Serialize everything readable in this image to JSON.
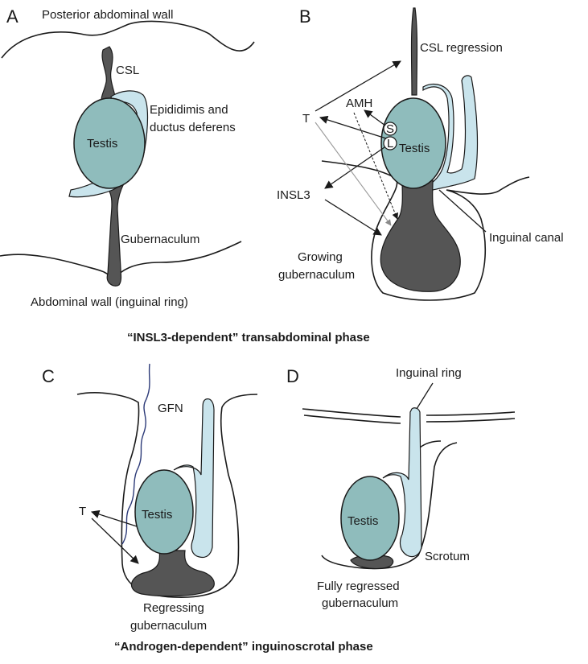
{
  "panels": {
    "a": {
      "letter": "A",
      "posterior_wall": "Posterior abdominal wall",
      "csl": "CSL",
      "epididymis_line1": "Epididimis and",
      "epididymis_line2": "ductus deferens",
      "testis": "Testis",
      "gubernaculum": "Gubernaculum",
      "abdominal_wall": "Abdominal wall (inguinal ring)"
    },
    "b": {
      "letter": "B",
      "csl_regression": "CSL regression",
      "t": "T",
      "amh": "AMH",
      "s_cell": "S",
      "l_cell": "L",
      "testis": "Testis",
      "insl3": "INSL3",
      "inguinal_canal": "Inguinal canal",
      "growing_line1": "Growing",
      "growing_line2": "gubernaculum"
    },
    "c": {
      "letter": "C",
      "gfn": "GFN",
      "t": "T",
      "testis": "Testis",
      "regressing_line1": "Regressing",
      "regressing_line2": "gubernaculum"
    },
    "d": {
      "letter": "D",
      "inguinal_ring": "Inguinal ring",
      "testis": "Testis",
      "scrotum": "Scrotum",
      "regressed_line1": "Fully regressed",
      "regressed_line2": "gubernaculum"
    }
  },
  "phases": {
    "transabdominal": "“INSL3-dependent” transabdominal phase",
    "inguinoscrotal": "“Androgen-dependent” inguinoscrotal phase"
  },
  "colors": {
    "testis": "#8fbcbc",
    "duct": "#c9e4ec",
    "gubernaculum": "#555555",
    "nerve": "#2c3a78"
  }
}
